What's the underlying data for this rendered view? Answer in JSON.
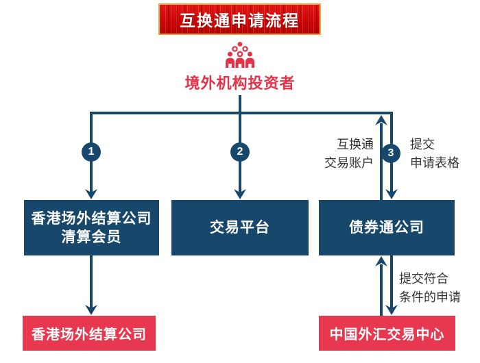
{
  "title": {
    "banner_label": "互换通申请流程"
  },
  "investor": {
    "label": "境外机构投资者",
    "icon": "crowd-of-people-icon"
  },
  "steps": [
    {
      "number": "1"
    },
    {
      "number": "2"
    },
    {
      "number": "3"
    }
  ],
  "boxes": {
    "clearing_member": {
      "line1": "香港场外结算公司",
      "line2": "清算会员"
    },
    "trading_platform": {
      "label": "交易平台"
    },
    "bond_connect": {
      "label": "债券通公司"
    },
    "hk_otc_clearing": {
      "label": "香港场外结算公司"
    },
    "cfets": {
      "label": "中国外汇交易中心"
    }
  },
  "edge_labels": {
    "swap_account": {
      "line1": "互换通",
      "line2": "交易账户"
    },
    "submit_form": {
      "line1": "提交",
      "line2": "申请表格"
    },
    "submit_eligible": {
      "line1": "提交符合",
      "line2": "条件的申请"
    }
  },
  "colors": {
    "navy": "#17486b",
    "crimson": "#e8384f",
    "banner_red": "#cd0505",
    "banner_gold_border": "#eda338",
    "label_text": "#333333"
  }
}
